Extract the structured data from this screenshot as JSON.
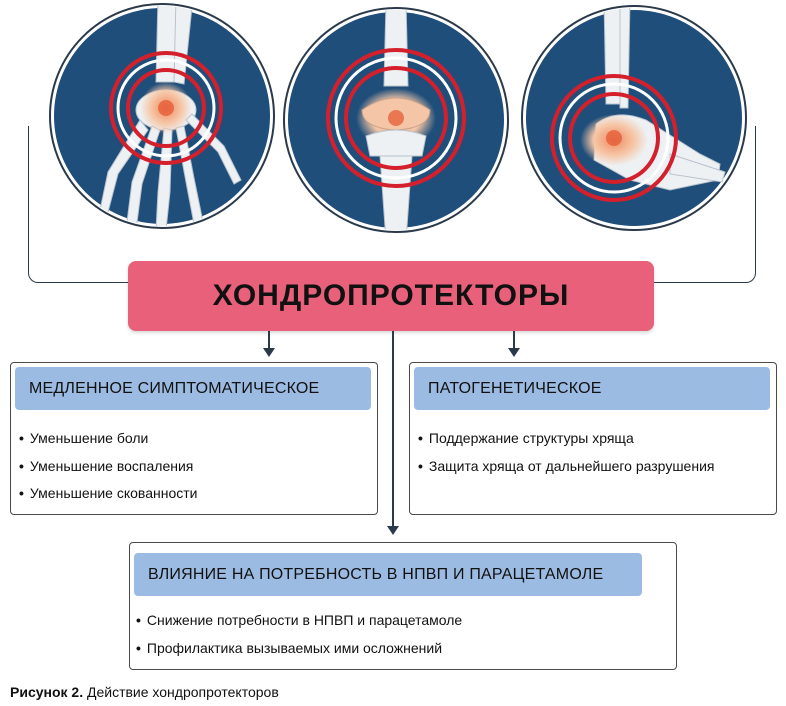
{
  "diagram": {
    "title": "ХОНДРОПРОТЕКТОРЫ",
    "joints": [
      {
        "icon": "wrist-joint-icon"
      },
      {
        "icon": "knee-joint-icon"
      },
      {
        "icon": "ankle-joint-icon"
      }
    ],
    "left_panel": {
      "heading": "МЕДЛЕННОЕ СИМПТОМАТИЧЕСКОЕ",
      "items": [
        "Уменьшение боли",
        "Уменьшение воспаления",
        "Уменьшение скованности"
      ]
    },
    "right_panel": {
      "heading": "ПАТОГЕНЕТИЧЕСКОЕ",
      "items": [
        "Поддержание структуры хряща",
        "Защита хряща от дальнейшего разрушения"
      ]
    },
    "bottom_panel": {
      "heading": "ВЛИЯНИЕ НА ПОТРЕБНОСТЬ В НПВП И ПАРАЦЕТАМОЛЕ",
      "items": [
        "Снижение потребности в НПВП и парацетамоле",
        "Профилактика вызываемых ими осложнений"
      ]
    }
  },
  "caption": {
    "label": "Рисунок 2.",
    "text": " Действие хондропротекторов"
  },
  "colors": {
    "circle_bg": "#1f4e7a",
    "title_bg": "#e8607a",
    "panel_head_bg": "#9cbbe2",
    "pain_ring": "#d4202c"
  }
}
